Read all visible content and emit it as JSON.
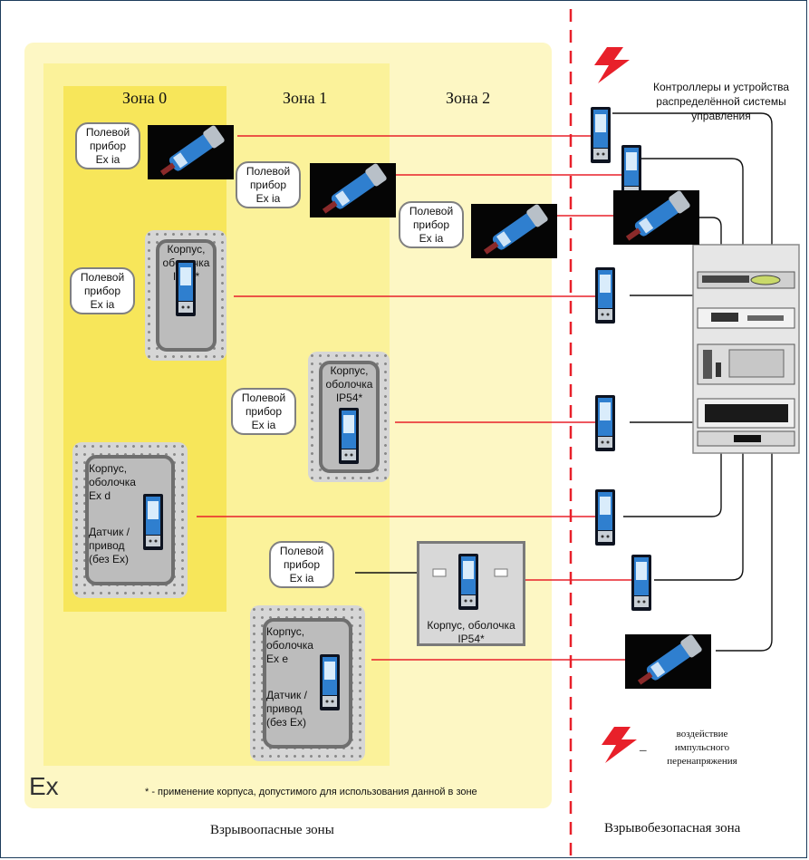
{
  "zones": {
    "zone0": "Зона 0",
    "zone1": "Зона 1",
    "zone2": "Зона 2",
    "hazardous_caption": "Взрывоопасные зоны",
    "safe_caption": "Взрывобезопасная зона",
    "ex_mark": "Ex"
  },
  "controllers_label": "Контроллеры и устройства распределённой системы управления",
  "field_devices": {
    "label_line1": "Полевой",
    "label_line2": "прибор",
    "label_line3": "Ex ia"
  },
  "enclosures": {
    "ip54": {
      "line1": "Корпус,",
      "line2": "оболочка",
      "line3": "IP54*"
    },
    "exd": {
      "line1": "Корпус,",
      "line2": "оболочка",
      "line3": "Ex d",
      "sensor1": "Датчик /",
      "sensor2": "привод",
      "sensor3": "(без Ex)"
    },
    "exe": {
      "line1": "Корпус,",
      "line2": "оболочка",
      "line3": "Ex e",
      "sensor1": "Датчик /",
      "sensor2": "привод",
      "sensor3": "(без Ex)"
    },
    "ip54_zone2": {
      "line1": "Корпус, оболочка",
      "line2": "IP54*"
    }
  },
  "footnote": "* - применение корпуса, допустимого для использования данной в зоне",
  "legend": {
    "line1": "воздействие",
    "line2": "импульсного",
    "line3": "перенапряжения",
    "dash": "–"
  },
  "colors": {
    "signal_line": "#e8202a",
    "zone0": "#f7e65a",
    "zone1": "#fbf29a",
    "hazardous": "#fdf7c4",
    "device_blue": "#2f7fcf"
  },
  "icons": [
    "lightning-bolt-icon",
    "surge-protector-icon",
    "sensor-device-icon",
    "control-cabinet-icon"
  ]
}
